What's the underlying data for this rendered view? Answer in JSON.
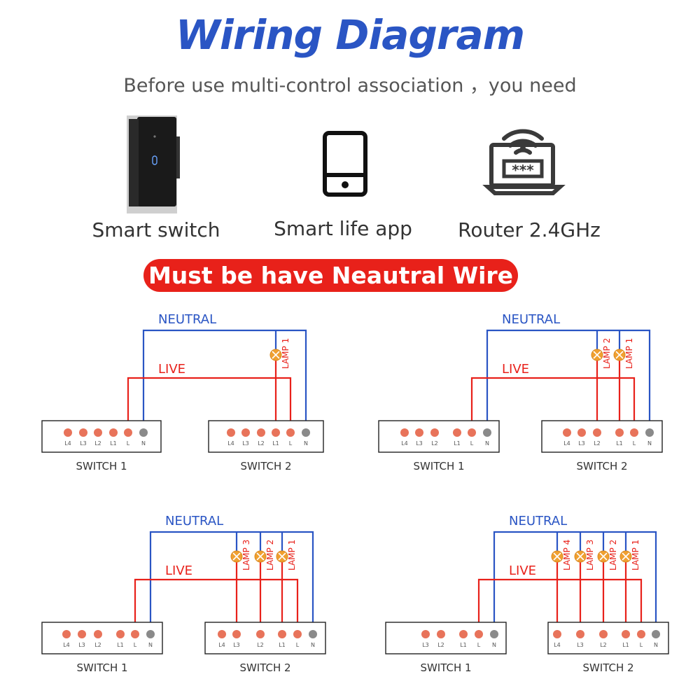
{
  "title": "Wiring Diagram",
  "subtitle": "Before use multi-control association ，you need",
  "requirements": [
    {
      "label": "Smart switch",
      "icon": "smart-switch-icon"
    },
    {
      "label": "Smart life app",
      "icon": "smartphone-icon"
    },
    {
      "label": "Router 2.4GHz",
      "icon": "router-icon"
    }
  ],
  "banner": "Must be have Neautral Wire",
  "colors": {
    "title": "#2a55c4",
    "neutral": "#2a55c4",
    "live": "#e8211a",
    "terminal": "#e8735a",
    "neutral_terminal": "#8a8a8a",
    "lamp": "#f0a030",
    "banner": "#e8211a"
  },
  "diagrams": [
    {
      "neutral_label": "NEUTRAL",
      "live_label": "LIVE",
      "lamps": [
        "LAMP 1"
      ],
      "switch1": {
        "label": "SWITCH 1",
        "terminals": [
          "L4",
          "L3",
          "L2",
          "L1",
          "L",
          "N"
        ]
      },
      "switch2": {
        "label": "SWITCH 2",
        "terminals": [
          "L4",
          "L3",
          "L2",
          "L1",
          "L",
          "N"
        ]
      }
    },
    {
      "neutral_label": "NEUTRAL",
      "live_label": "LIVE",
      "lamps": [
        "LAMP 2",
        "LAMP 1"
      ],
      "switch1": {
        "label": "SWITCH 1",
        "terminals": [
          "L4",
          "L3",
          "L2",
          "L1",
          "L",
          "N"
        ]
      },
      "switch2": {
        "label": "SWITCH 2",
        "terminals": [
          "L4",
          "L3",
          "L2",
          "L1",
          "L",
          "N"
        ]
      }
    },
    {
      "neutral_label": "NEUTRAL",
      "live_label": "LIVE",
      "lamps": [
        "LAMP 3",
        "LAMP 2",
        "LAMP 1"
      ],
      "switch1": {
        "label": "SWITCH 1",
        "terminals": [
          "L4",
          "L3",
          "L2",
          "L1",
          "L",
          "N"
        ]
      },
      "switch2": {
        "label": "SWITCH 2",
        "terminals": [
          "L4",
          "L3",
          "L2",
          "L1",
          "L",
          "N"
        ]
      }
    },
    {
      "neutral_label": "NEUTRAL",
      "live_label": "LIVE",
      "lamps": [
        "LAMP 4",
        "LAMP 3",
        "LAMP 2",
        "LAMP 1"
      ],
      "switch1": {
        "label": "SWITCH 1",
        "terminals": [
          "L3",
          "L2",
          "L1",
          "L",
          "N"
        ]
      },
      "switch2": {
        "label": "SWITCH 2",
        "terminals": [
          "L4",
          "L3",
          "L2",
          "L1",
          "L",
          "N"
        ]
      }
    }
  ]
}
